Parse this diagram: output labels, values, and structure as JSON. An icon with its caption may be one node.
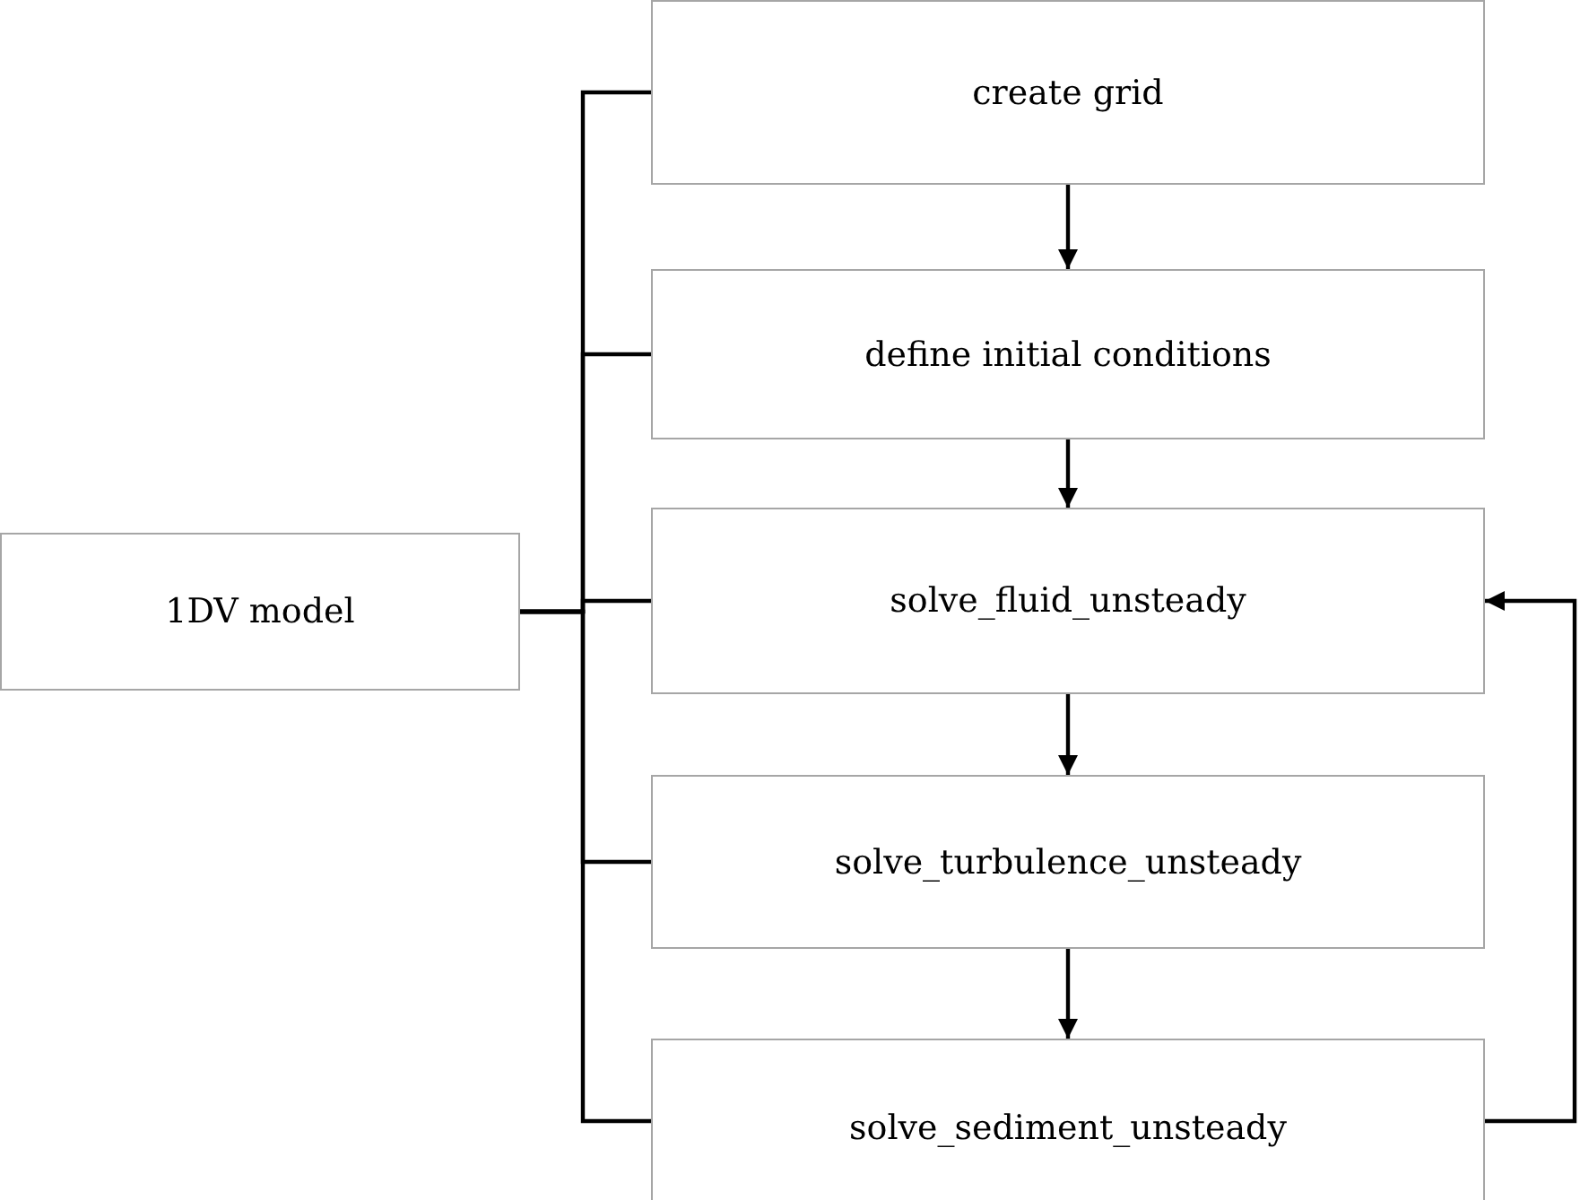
{
  "diagram": {
    "nodes": [
      {
        "text": [
          "1DV model"
        ]
      },
      {
        "text": [
          "create grid"
        ]
      },
      {
        "text": [
          "define initial conditions"
        ]
      },
      {
        "text": [
          "solve_fluid_unsteady"
        ]
      },
      {
        "text": [
          "solve_turbulence_unsteady"
        ]
      },
      {
        "text": [
          "solve_sediment_unsteady"
        ]
      }
    ],
    "edges": [
      {
        "from": 0,
        "to": 1,
        "arrow": "none"
      },
      {
        "from": 0,
        "to": 2,
        "arrow": "none"
      },
      {
        "from": 0,
        "to": 3,
        "arrow": "none"
      },
      {
        "from": 0,
        "to": 4,
        "arrow": "none"
      },
      {
        "from": 0,
        "to": 5,
        "arrow": "none"
      },
      {
        "from": 1,
        "to": 2,
        "arrow": "to"
      },
      {
        "from": 2,
        "to": 3,
        "arrow": "to"
      },
      {
        "from": 3,
        "to": 4,
        "arrow": "to"
      },
      {
        "from": 4,
        "to": 5,
        "arrow": "to"
      },
      {
        "from": 5,
        "to": 3,
        "arrow": "to"
      }
    ]
  }
}
